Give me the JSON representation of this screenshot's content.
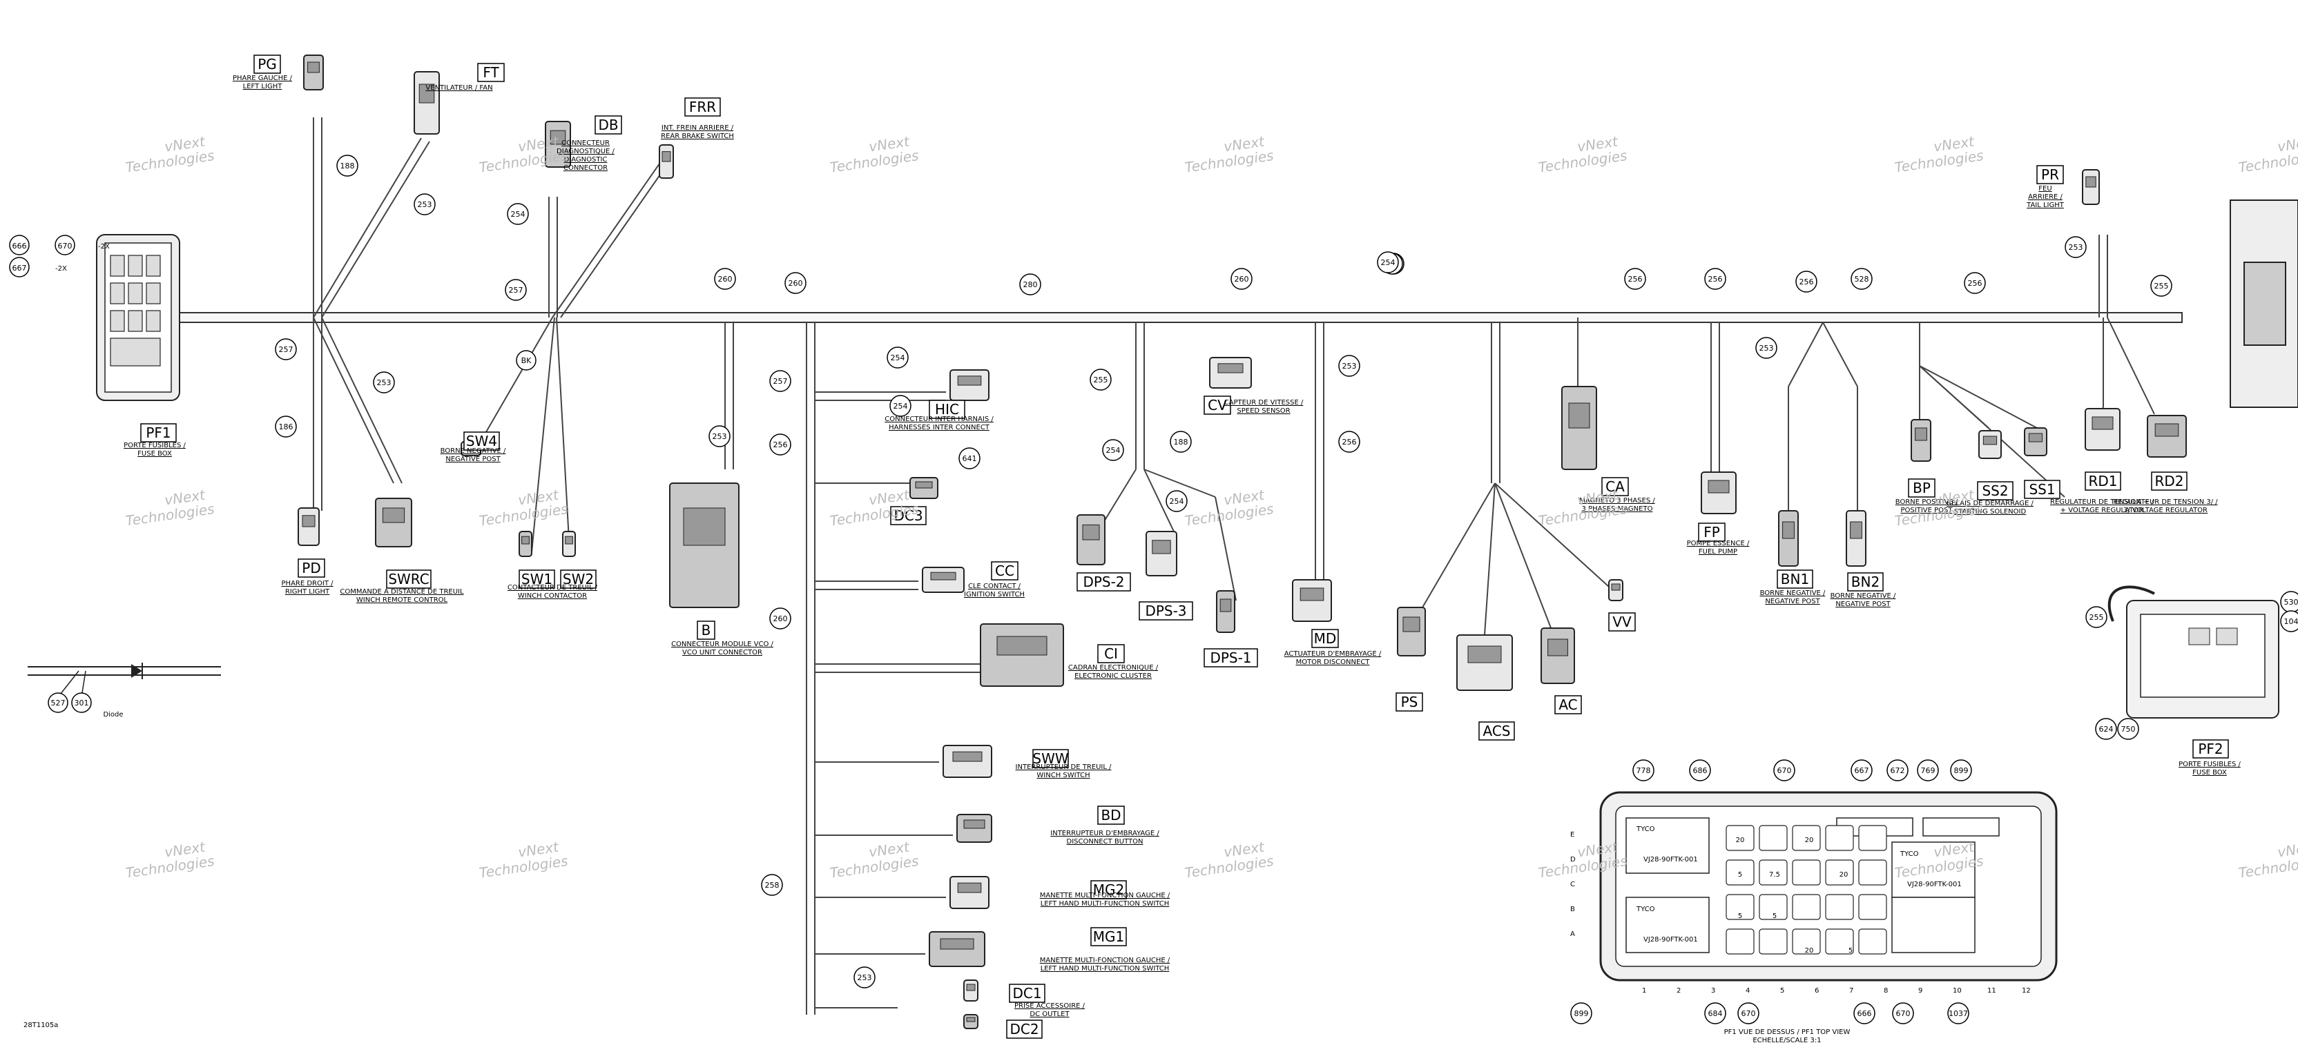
{
  "doc_id": "28T1105a",
  "watermark": [
    "vNext",
    "Technologies"
  ],
  "connectors": [
    {
      "code": "PG",
      "desc": [
        "PHARE GAUCHE /",
        "LEFT LIGHT"
      ]
    },
    {
      "code": "FT",
      "desc": [
        "VENTILATEUR / FAN"
      ]
    },
    {
      "code": "DB",
      "desc": [
        "CONNECTEUR",
        "DIAGNOSTIQUE /",
        "DIAGNOSTIC",
        "CONNECTOR"
      ]
    },
    {
      "code": "FRR",
      "desc": [
        "INT. FREIN ARRIERE /",
        "REAR BRAKE SWITCH"
      ]
    },
    {
      "code": "PF1",
      "desc": [
        "PORTE FUSIBLES /",
        "FUSE BOX"
      ]
    },
    {
      "code": "SW4",
      "desc": [
        "BORNE NEGATIVE /",
        "NEGATIVE POST"
      ]
    },
    {
      "code": "SWRC",
      "desc": [
        "COMMANDE A DISTANCE DE TREUIL",
        "WINCH REMOTE CONTROL"
      ]
    },
    {
      "code": "PD",
      "desc": [
        "PHARE DROIT /",
        "RIGHT LIGHT"
      ]
    },
    {
      "code": "SW1",
      "desc": []
    },
    {
      "code": "SW2",
      "desc": [
        "CONTACTEUR DE TREUIL /",
        "WINCH CONTACTOR"
      ]
    },
    {
      "code": "B",
      "desc": [
        "CONNECTEUR MODULE VCO /",
        "VCO UNIT CONNECTOR"
      ]
    },
    {
      "code": "HIC",
      "desc": [
        "CONNECTEUR INTER HARNAIS /",
        "HARNESSES INTER CONNECT"
      ]
    },
    {
      "code": "DC3",
      "desc": []
    },
    {
      "code": "CC",
      "desc": [
        "CLE CONTACT /",
        "IGNITION SWITCH"
      ]
    },
    {
      "code": "CI",
      "desc": [
        "CADRAN ELECTRONIQUE /",
        "ELECTRONIC CLUSTER"
      ]
    },
    {
      "code": "SWW",
      "desc": [
        "INTERRUPTEUR DE TREUIL /",
        "WINCH SWITCH"
      ]
    },
    {
      "code": "BD",
      "desc": [
        "INTERRUPTEUR D'EMBRAYAGE /",
        "DISCONNECT BUTTON"
      ]
    },
    {
      "code": "MG2",
      "desc": [
        "MANETTE MULTI-FONCTION GAUCHE /",
        "LEFT HAND MULTI-FUNCTION SWITCH"
      ]
    },
    {
      "code": "MG1",
      "desc": [
        "MANETTE MULTI-FONCTION GAUCHE /",
        "LEFT HAND MULTI-FUNCTION SWITCH"
      ]
    },
    {
      "code": "DC1",
      "desc": []
    },
    {
      "code": "DC2",
      "desc": [
        "PRISE ACCESSOIRE /",
        "DC OUTLET"
      ]
    },
    {
      "code": "CV",
      "desc": [
        "CAPTEUR DE VITESSE /",
        "SPEED SENSOR"
      ]
    },
    {
      "code": "DPS-2",
      "desc": []
    },
    {
      "code": "DPS-3",
      "desc": []
    },
    {
      "code": "DPS-1",
      "desc": []
    },
    {
      "code": "MD",
      "desc": [
        "ACTUATEUR D'EMBRAYAGE /",
        "MOTOR DISCONNECT"
      ]
    },
    {
      "code": "PS",
      "desc": []
    },
    {
      "code": "ACS",
      "desc": []
    },
    {
      "code": "AC",
      "desc": []
    },
    {
      "code": "VV",
      "desc": []
    },
    {
      "code": "CA",
      "desc": [
        "MAGNETO 3 PHASES /",
        "3 PHASES MAGNETO"
      ]
    },
    {
      "code": "FP",
      "desc": [
        "POMPE ESSENCE /",
        "FUEL PUMP"
      ]
    },
    {
      "code": "BN1",
      "desc": [
        "BORNE NEGATIVE /",
        "NEGATIVE POST"
      ]
    },
    {
      "code": "BN2",
      "desc": [
        "BORNE NEGATIVE /",
        "NEGATIVE POST"
      ]
    },
    {
      "code": "BP",
      "desc": [
        "BORNE POSITIVE /",
        "POSITIVE POST"
      ]
    },
    {
      "code": "SS2",
      "desc": [
        "RELAIS DE DEMARRAGE /",
        "STARTING SOLENOID"
      ]
    },
    {
      "code": "SS1",
      "desc": []
    },
    {
      "code": "RD1",
      "desc": [
        "REGULATEUR DE TENSION + /",
        "+ VOLTAGE REGULATOR"
      ]
    },
    {
      "code": "RD2",
      "desc": [
        "REGULATEUR DE TENSION 3/ /",
        "3/ VOLTAGE REGULATOR"
      ]
    },
    {
      "code": "PR",
      "desc": [
        "FEU",
        "ARRIERE /",
        "TAIL LIGHT"
      ]
    },
    {
      "code": "PF2",
      "desc": [
        "PORTE FUSIBLES /",
        "FUSE BOX"
      ]
    }
  ],
  "wire_numbers": [
    "188",
    "253",
    "254",
    "257",
    "260",
    "260",
    "280",
    "260",
    "260",
    "257",
    "256",
    "256",
    "256",
    "528",
    "256",
    "255",
    "253",
    "257",
    "186",
    "253",
    "254",
    "253",
    "256",
    "257",
    "260",
    "254",
    "641",
    "255",
    "254",
    "188",
    "254",
    "253",
    "256",
    "253",
    "254",
    "258",
    "253",
    "530",
    "104",
    "255",
    "624",
    "750"
  ],
  "misc_labels": {
    "top_left_refs": [
      "666",
      "-2X",
      "670",
      "-2X",
      "667",
      "-2X"
    ],
    "bk": "BK",
    "diode": "Diode",
    "diode_refs": [
      "527",
      "301"
    ],
    "fuse_top_view": "PF1 VUE DE DESSUS / PF1 TOP VIEW",
    "fuse_scale": "ECHELLE/SCALE 3:1",
    "fuse_rows": [
      "E",
      "D",
      "C",
      "B",
      "A"
    ],
    "fuse_cols": [
      "1",
      "2",
      "3",
      "4",
      "5",
      "6",
      "7",
      "8",
      "9",
      "10",
      "11",
      "12"
    ],
    "fuse_values": [
      "20",
      "20",
      "5",
      "7.5",
      "20",
      "5",
      "5",
      "20",
      "5"
    ],
    "fuse_top_refs": [
      "778",
      "686",
      "670",
      "667",
      "672",
      "769",
      "899"
    ],
    "fuse_bottom_refs": [
      "899",
      "684",
      "670",
      "666",
      "670",
      "1037"
    ],
    "tyco": "TYCO",
    "tyco_pn": [
      "VJ28-90FTK-001",
      "VJ28-90FTK-001",
      "VJ28-90FTK-001"
    ]
  }
}
